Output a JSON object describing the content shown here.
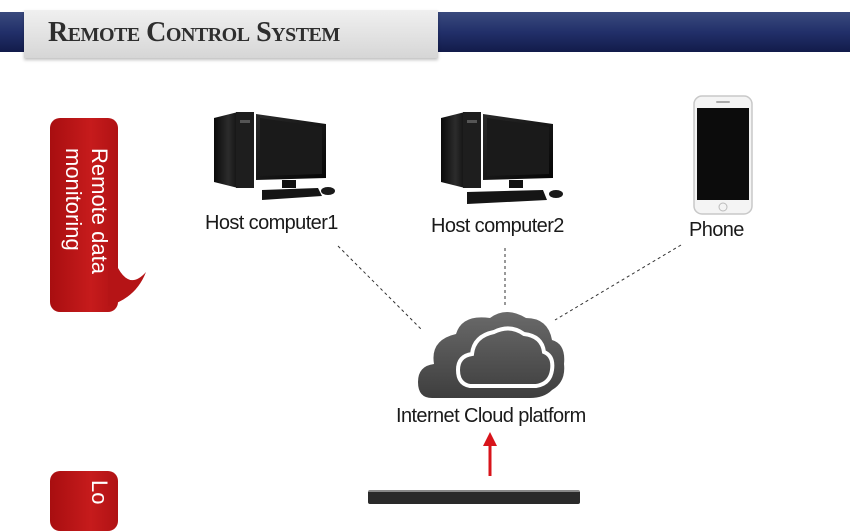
{
  "header": {
    "title": "Remote Control System"
  },
  "side_tabs": [
    {
      "label": "Remote data monitoring"
    },
    {
      "label": "Lo"
    }
  ],
  "nodes": {
    "host1": {
      "label": "Host computer1",
      "icon": "desktop-computer-icon"
    },
    "host2": {
      "label": "Host computer2",
      "icon": "desktop-computer-icon"
    },
    "phone": {
      "label": "Phone",
      "icon": "smartphone-icon"
    },
    "cloud": {
      "label": "Internet Cloud platform",
      "icon": "cloud-icon"
    }
  },
  "colors": {
    "header_dark": "#1a2458",
    "accent_red": "#c0181a",
    "arrow_red": "#d8141b",
    "cloud": "#5a5a5a"
  }
}
